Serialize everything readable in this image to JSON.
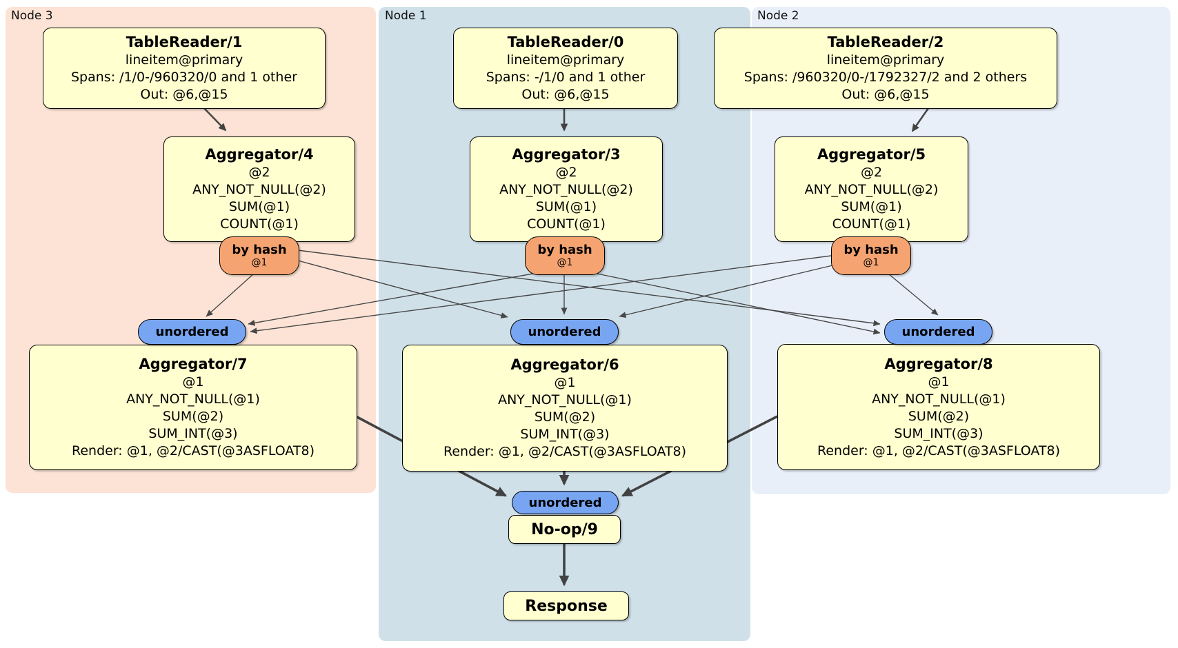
{
  "regions": {
    "node3": {
      "label": "Node 3"
    },
    "node1": {
      "label": "Node 1"
    },
    "node2": {
      "label": "Node 2"
    }
  },
  "processors": {
    "tr1": {
      "title": "TableReader/1",
      "lines": [
        "lineitem@primary",
        "Spans: /1/0-/960320/0 and 1 other",
        "Out: @6,@15"
      ]
    },
    "tr0": {
      "title": "TableReader/0",
      "lines": [
        "lineitem@primary",
        "Spans: -/1/0 and 1 other",
        "Out: @6,@15"
      ]
    },
    "tr2": {
      "title": "TableReader/2",
      "lines": [
        "lineitem@primary",
        "Spans: /960320/0-/1792327/2 and 2 others",
        "Out: @6,@15"
      ]
    },
    "agg4": {
      "title": "Aggregator/4",
      "lines": [
        "@2",
        "ANY_NOT_NULL(@2)",
        "SUM(@1)",
        "COUNT(@1)"
      ]
    },
    "agg3": {
      "title": "Aggregator/3",
      "lines": [
        "@2",
        "ANY_NOT_NULL(@2)",
        "SUM(@1)",
        "COUNT(@1)"
      ]
    },
    "agg5": {
      "title": "Aggregator/5",
      "lines": [
        "@2",
        "ANY_NOT_NULL(@2)",
        "SUM(@1)",
        "COUNT(@1)"
      ]
    },
    "agg7": {
      "title": "Aggregator/7",
      "lines": [
        "@1",
        "ANY_NOT_NULL(@1)",
        "SUM(@2)",
        "SUM_INT(@3)",
        "Render: @1, @2/CAST(@3ASFLOAT8)"
      ]
    },
    "agg6": {
      "title": "Aggregator/6",
      "lines": [
        "@1",
        "ANY_NOT_NULL(@1)",
        "SUM(@2)",
        "SUM_INT(@3)",
        "Render: @1, @2/CAST(@3ASFLOAT8)"
      ]
    },
    "agg8": {
      "title": "Aggregator/8",
      "lines": [
        "@1",
        "ANY_NOT_NULL(@1)",
        "SUM(@2)",
        "SUM_INT(@3)",
        "Render: @1, @2/CAST(@3ASFLOAT8)"
      ]
    },
    "noop": {
      "title": "No-op/9"
    },
    "response": {
      "title": "Response"
    }
  },
  "router": {
    "label": "by hash",
    "key": "@1"
  },
  "sync": {
    "label": "unordered"
  },
  "colors": {
    "region_node3": "#fce3d5",
    "region_node1": "#d0e0e9",
    "region_node2": "#e9eff9",
    "processor_fill": "#ffffcf",
    "router_fill": "#f5a471",
    "sync_fill": "#77a5f2",
    "edge": "#474747"
  }
}
